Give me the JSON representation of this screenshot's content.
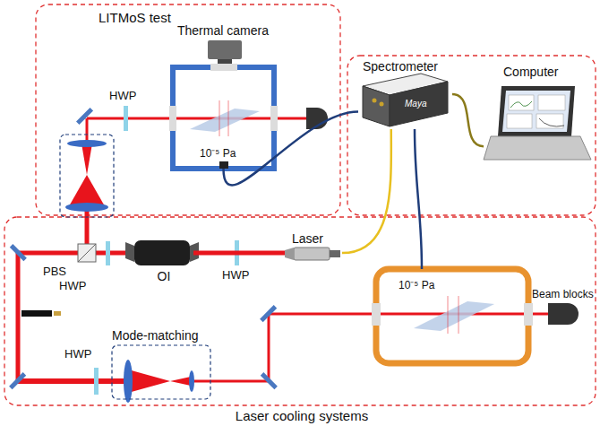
{
  "diagram": {
    "nodes": [
      {
        "text": [
          "LITMoS test"
        ]
      },
      {
        "text": [
          "Thermal camera"
        ],
        "in": 0
      },
      {
        "text": [
          "10⁻⁵ Pa"
        ],
        "in": 0
      },
      {
        "text": [
          "Spectrometer",
          "Maya"
        ]
      },
      {
        "text": [
          "Computer"
        ]
      },
      {
        "text": [
          "Laser cooling systems"
        ]
      },
      {
        "text": [
          "OI"
        ],
        "in": 5
      },
      {
        "text": [
          "Laser"
        ],
        "in": 5
      },
      {
        "text": [
          "10⁻⁵ Pa"
        ],
        "in": 5
      },
      {
        "text": [
          "Mode-matching"
        ],
        "in": 5
      }
    ],
    "edges": [
      {
        "from": 2,
        "to": 3,
        "arrow": "none"
      },
      {
        "from": 8,
        "to": 3,
        "arrow": "none"
      },
      {
        "from": 7,
        "to": 3,
        "arrow": "none"
      },
      {
        "from": 3,
        "to": 4,
        "arrow": "none"
      },
      {
        "from": 7,
        "to": 6,
        "arrow": "none"
      }
    ],
    "labels": [
      "HWP",
      "PBS",
      "HWP",
      "HWP",
      "HWP",
      "Beam blocks"
    ]
  }
}
